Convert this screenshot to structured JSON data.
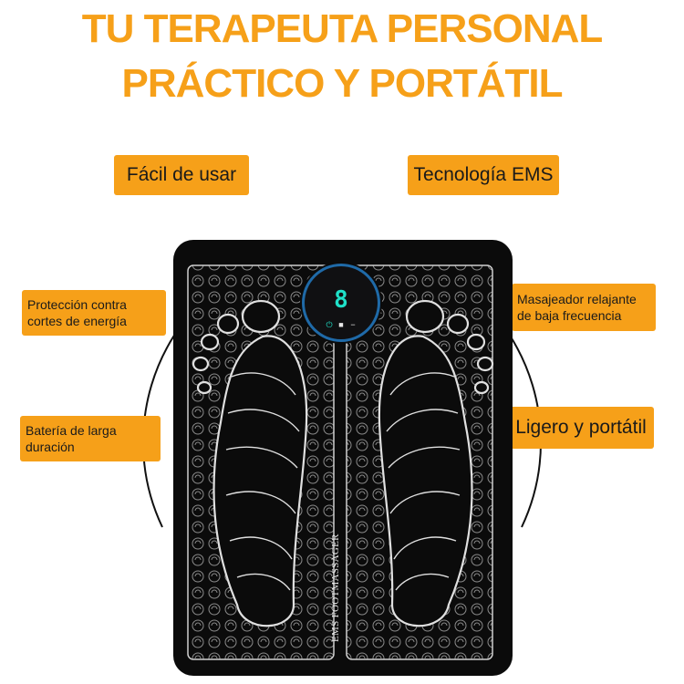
{
  "headline": {
    "line1": "TU TERAPEUTA PERSONAL",
    "line2": "PRÁCTICO Y PORTÁTIL"
  },
  "features": [
    {
      "text": "Fácil de usar"
    },
    {
      "text": "Tecnología EMS"
    },
    {
      "text": "Protección contra\ncortes de energía"
    },
    {
      "text": "Masajeador relajante\nde baja frecuencia"
    },
    {
      "text": "Batería de larga\nduración"
    },
    {
      "text": "Ligero y portátil"
    }
  ],
  "product": {
    "brand_text": "EMS FOOTMASSAGER",
    "display_value": "8",
    "icons": [
      "power-icon",
      "foot-icon",
      "minus-icon"
    ]
  },
  "colors": {
    "accent": "#f6a019",
    "mat": "#0b0b0b",
    "display": "#1fe0c8",
    "ring": "#1f6aa8"
  }
}
